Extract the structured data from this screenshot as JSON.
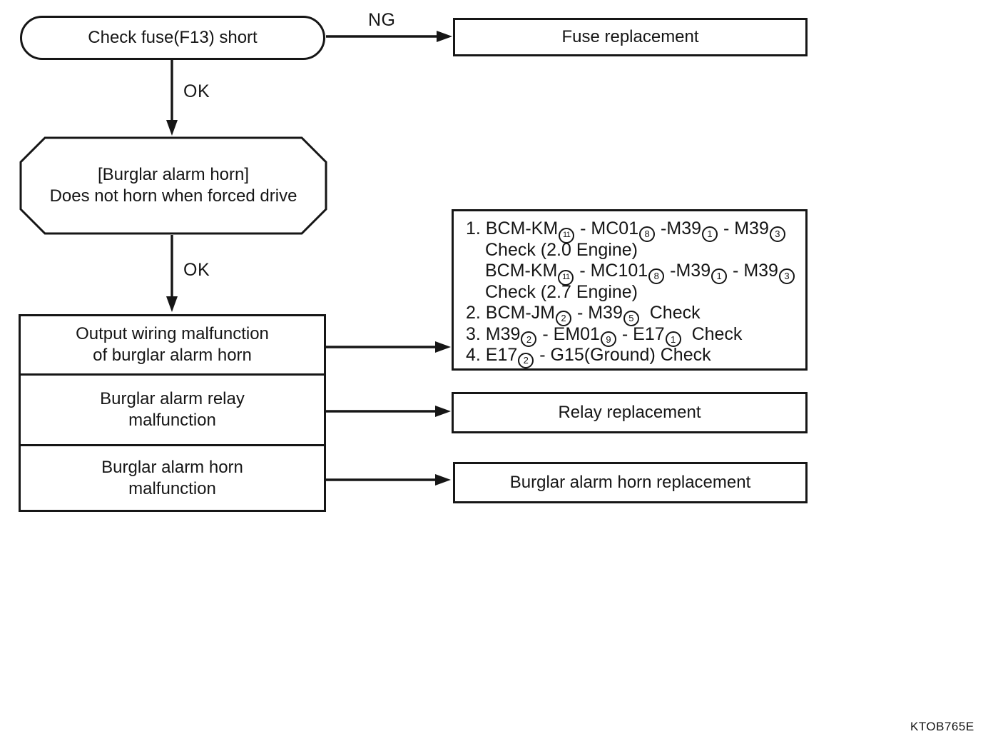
{
  "figure_code": "KTOB765E",
  "colors": {
    "ink": "#161616",
    "background": "#ffffff"
  },
  "flow": {
    "start": {
      "label": "Check fuse(F13) short"
    },
    "edges": {
      "ng": "NG",
      "ok1": "OK",
      "ok2": "OK"
    },
    "fuse_replacement": {
      "label": "Fuse replacement"
    },
    "condition": {
      "line1": "[Burglar alarm horn]",
      "line2": "Does not horn when forced drive"
    },
    "causes": [
      {
        "line1": "Output wiring malfunction",
        "line2": "of burglar alarm horn"
      },
      {
        "line1": "Burglar alarm relay",
        "line2": "malfunction"
      },
      {
        "line1": "Burglar alarm horn",
        "line2": "malfunction"
      }
    ],
    "wiring_checks": [
      {
        "indent": false,
        "text": "1. BCM-KM(11) - MC01(8) -M39(1) - M39(3)"
      },
      {
        "indent": true,
        "text": "Check (2.0 Engine)"
      },
      {
        "indent": true,
        "text": "BCM-KM(11) - MC101(8) -M39(1) - M39(3)"
      },
      {
        "indent": true,
        "text": "Check (2.7 Engine)"
      },
      {
        "indent": false,
        "text": "2. BCM-JM(2) - M39(5)  Check"
      },
      {
        "indent": false,
        "text": "3. M39(2) - EM01(9) - E17(1)  Check"
      },
      {
        "indent": false,
        "text": "4. E17(2) - G15(Ground) Check"
      }
    ],
    "relay_replacement": {
      "label": "Relay replacement"
    },
    "horn_replacement": {
      "label": "Burglar alarm horn replacement"
    }
  }
}
